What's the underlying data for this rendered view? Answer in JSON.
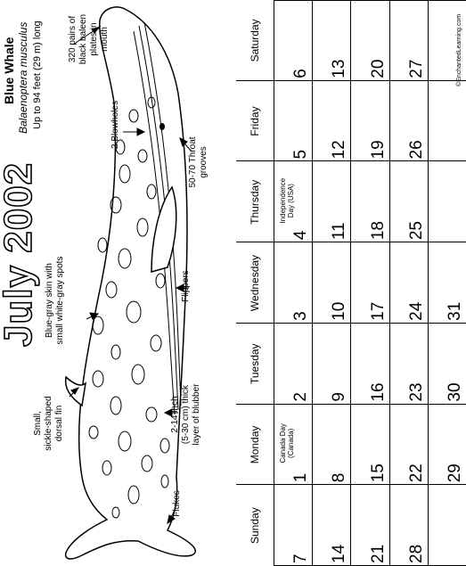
{
  "title": "July 2002",
  "whale": {
    "name": "Blue Whale",
    "latin": "Balaenoptera musculus",
    "length": "Up to 94 feet (29 m) long"
  },
  "annotations": {
    "baleen": [
      "320 pairs of",
      "black baleen",
      "plates in",
      "mouth"
    ],
    "blowholes": [
      "2 Blowholes"
    ],
    "throat": [
      "50-70 Throat",
      "grooves"
    ],
    "skin": [
      "Blue-gray skin with",
      "small white-gray spots"
    ],
    "flippers": [
      "Flippers"
    ],
    "fin": [
      "Small,",
      "sickle-shaped",
      "dorsal fin"
    ],
    "blubber": [
      "2-14 inch",
      "(5-30 cm) thick",
      "layer of blubber"
    ],
    "flukes": [
      "Flukes"
    ]
  },
  "copyright": "©EnchantedLearning.com",
  "calendar": {
    "days": [
      "Sunday",
      "Monday",
      "Tuesday",
      "Wednesday",
      "Thursday",
      "Friday",
      "Saturday"
    ],
    "weeks": [
      [
        "7",
        "1",
        "2",
        "3",
        "4",
        "5",
        "6"
      ],
      [
        "14",
        "8",
        "9",
        "10",
        "11",
        "12",
        "13"
      ],
      [
        "21",
        "15",
        "16",
        "17",
        "18",
        "19",
        "20"
      ],
      [
        "28",
        "22",
        "23",
        "24",
        "25",
        "26",
        "27"
      ],
      [
        "",
        "29",
        "30",
        "31",
        "",
        "",
        ""
      ]
    ],
    "holidays": {
      "canada": [
        "Canada Day",
        "(Canada)"
      ],
      "independence": [
        "Independence",
        "Day (USA)"
      ]
    }
  }
}
